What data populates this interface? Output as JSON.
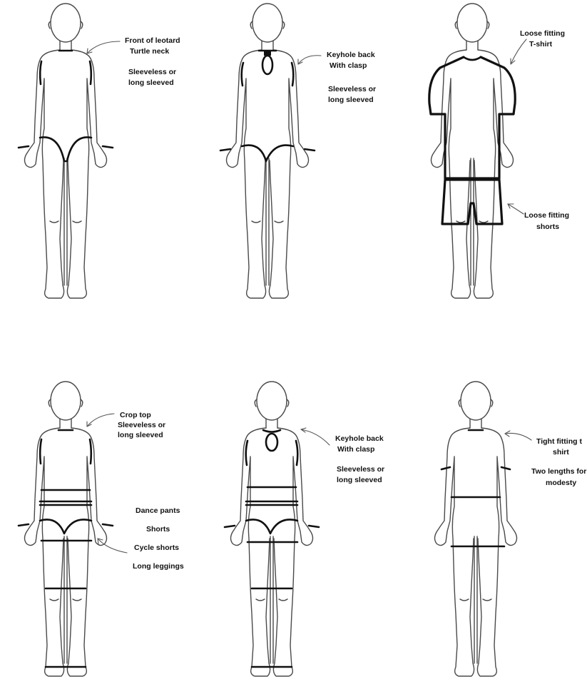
{
  "colors": {
    "outline": "#4a4a4a",
    "garment": "#111111",
    "background": "#ffffff"
  },
  "figures": [
    {
      "id": "leotard-turtleneck",
      "annotations": [
        {
          "lines": [
            "Front of leotard",
            "Turtle neck"
          ]
        },
        {
          "lines": [
            "Sleeveless or",
            "long sleeved"
          ]
        }
      ]
    },
    {
      "id": "leotard-keyhole",
      "annotations": [
        {
          "lines": [
            "Keyhole back",
            "With clasp"
          ]
        },
        {
          "lines": [
            "Sleeveless or",
            "long sleeved"
          ]
        }
      ]
    },
    {
      "id": "loose-tshirt-shorts",
      "annotations": [
        {
          "lines": [
            "Loose fitting",
            "T-shirt"
          ]
        },
        {
          "lines": [
            "Loose fitting",
            "shorts"
          ]
        }
      ]
    },
    {
      "id": "crop-top-pants",
      "annotations": [
        {
          "lines": [
            "Crop top",
            "Sleeveless or",
            "long sleeved"
          ]
        },
        {
          "lines": [
            "Dance pants"
          ]
        },
        {
          "lines": [
            "Shorts"
          ]
        },
        {
          "lines": [
            "Cycle shorts"
          ]
        },
        {
          "lines": [
            "Long leggings"
          ]
        }
      ]
    },
    {
      "id": "keyhole-crop-top-pants",
      "annotations": [
        {
          "lines": [
            "Keyhole back",
            "With clasp"
          ]
        },
        {
          "lines": [
            "Sleeveless or",
            "long sleeved"
          ]
        }
      ]
    },
    {
      "id": "tight-tshirt",
      "annotations": [
        {
          "lines": [
            "Tight fitting t",
            "shirt"
          ]
        },
        {
          "lines": [
            "Two lengths for",
            "modesty"
          ]
        }
      ]
    }
  ]
}
